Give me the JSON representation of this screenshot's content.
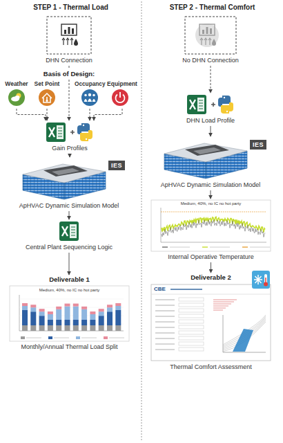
{
  "diagram": {
    "nodes": [
      {
        "text": [
          "DHN Connection"
        ]
      },
      {
        "text": [
          "Weather"
        ]
      },
      {
        "text": [
          "Set Point"
        ]
      },
      {
        "text": [
          "Occupancy"
        ]
      },
      {
        "text": [
          "Equipment"
        ]
      },
      {
        "text": [
          "Gain Profiles"
        ]
      },
      {
        "text": [
          "ApHVAC Dynamic Simulation Model"
        ]
      },
      {
        "text": [
          "Central Plant Sequencing Logic"
        ]
      },
      {
        "text": [
          "Deliverable 1",
          "Monthly/Annual Thermal Load Split"
        ]
      },
      {
        "text": [
          "No DHN Connection"
        ]
      },
      {
        "text": [
          "DHN Load Profile"
        ]
      },
      {
        "text": [
          "ApHVAC Dynamic Simulation Model"
        ]
      },
      {
        "text": [
          "Internal Operative Temperature"
        ]
      },
      {
        "text": [
          "Deliverable 2",
          "Thermal Comfort Assessment"
        ]
      }
    ],
    "edges": [
      {
        "from": 0,
        "to": 5,
        "arrow": "to"
      },
      {
        "from": 1,
        "to": 5,
        "arrow": "to"
      },
      {
        "from": 2,
        "to": 5,
        "arrow": "to"
      },
      {
        "from": 3,
        "to": 5,
        "arrow": "to"
      },
      {
        "from": 4,
        "to": 5,
        "arrow": "to"
      },
      {
        "from": 5,
        "to": 6,
        "arrow": "to"
      },
      {
        "from": 6,
        "to": 7,
        "arrow": "to"
      },
      {
        "from": 7,
        "to": 8,
        "arrow": "to"
      },
      {
        "from": 9,
        "to": 10,
        "arrow": "to"
      },
      {
        "from": 10,
        "to": 11,
        "arrow": "to"
      },
      {
        "from": 11,
        "to": 12,
        "arrow": "to"
      },
      {
        "from": 12,
        "to": 13,
        "arrow": "to"
      }
    ],
    "labels": [
      "STEP 1 - Thermal Load",
      "STEP 2 - Thermal Comfort",
      "Basis of Design:",
      "IES",
      "IES",
      "Medium, 40%, no IC no hot party",
      "Medium, 40%, no IC no hot party",
      "CBE"
    ]
  }
}
